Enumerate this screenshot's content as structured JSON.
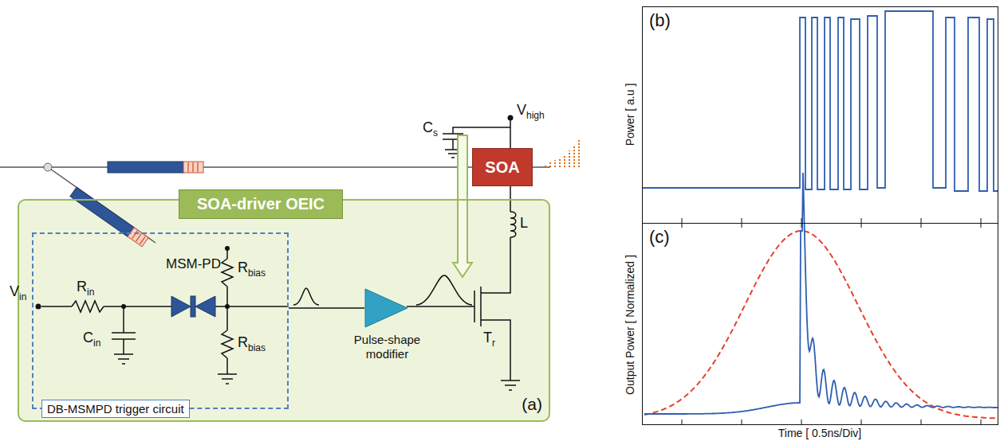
{
  "diagram": {
    "nodes": [
      {
        "text": [
          "(a)"
        ]
      },
      {
        "text": [
          "SOA-driver OEIC"
        ],
        "in": 0
      },
      {
        "text": [
          "DB-MSMPD trigger circuit"
        ],
        "in": 0
      },
      {
        "text": [
          "Pulse-shape modifier"
        ],
        "in": 0
      },
      {
        "text": [
          "SOA"
        ]
      },
      {
        "text": [
          "(b)"
        ]
      },
      {
        "text": [
          "(c)"
        ]
      }
    ],
    "edges": [
      {
        "from": 2,
        "to": 3,
        "arrow": "none"
      }
    ],
    "labels": [
      "V",
      "high",
      "C",
      "s",
      "L",
      "MSM-PD",
      "R",
      "in",
      "V",
      "in",
      "C",
      "in",
      "R",
      "bias",
      "R",
      "bias",
      "T",
      "r",
      "Power [ a.u ]",
      "Output Power [ Normalized ]",
      "Time [ 0.5ns/Div]"
    ]
  }
}
